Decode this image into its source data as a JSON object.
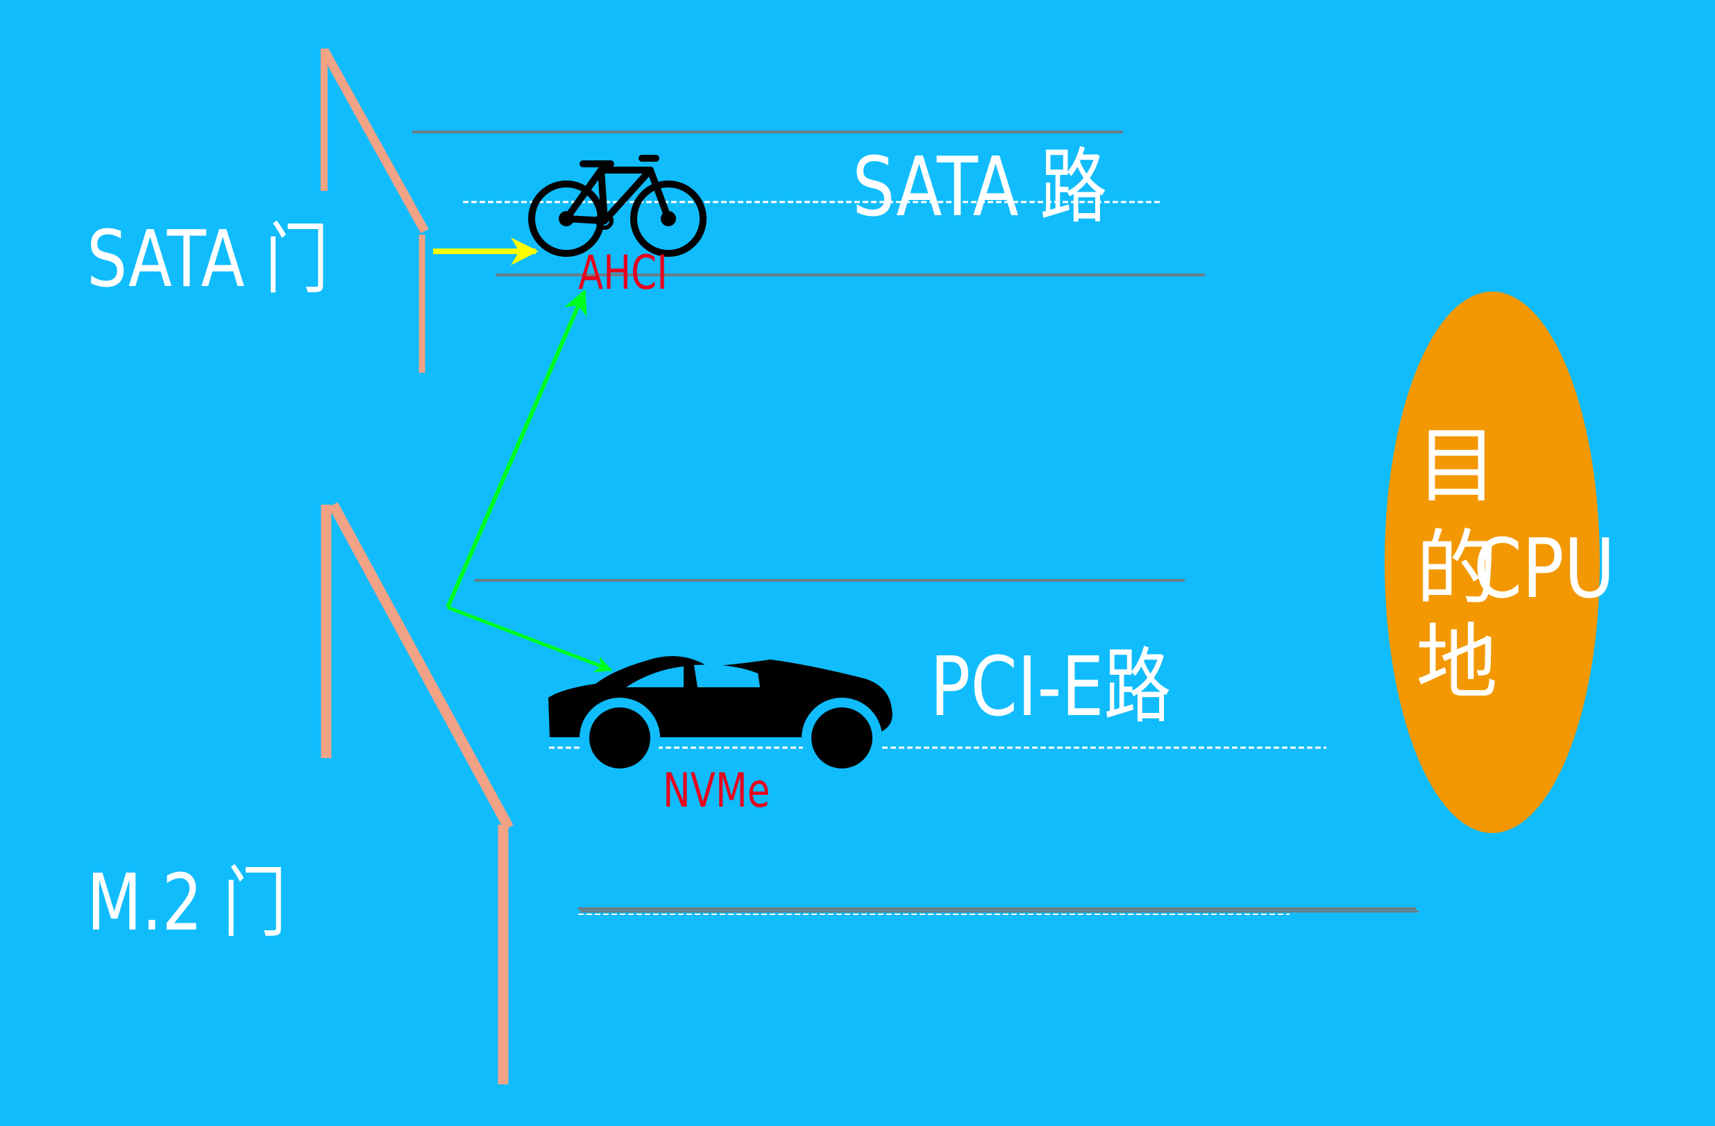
{
  "colors": {
    "background": "#10bcfc",
    "gate": "#f2a285",
    "road_line": "#6e7b82",
    "road_dash": "#ffffff",
    "arrow_yellow": "#ffff00",
    "arrow_green": "#00ff1e",
    "destination": "#f39800",
    "protocol_text": "#e8001c",
    "label_text": "#ffffff"
  },
  "gates": {
    "sata": {
      "label": "SATA 门"
    },
    "m2": {
      "label": "M.2 门"
    }
  },
  "roads": {
    "sata": {
      "label": "SATA 路"
    },
    "pcie": {
      "label": "PCI-E路"
    }
  },
  "vehicles": {
    "bicycle": {
      "icon": "bicycle-icon",
      "protocol": "AHCI"
    },
    "car": {
      "icon": "car-icon",
      "protocol": "NVMe"
    }
  },
  "destination": {
    "char_1": "目",
    "char_2": "的",
    "char_3": "地",
    "cpu": "CPU"
  }
}
